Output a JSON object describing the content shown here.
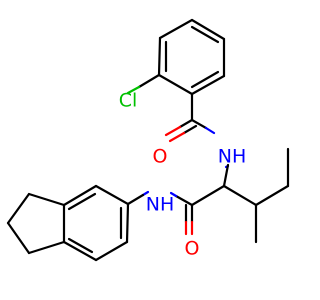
{
  "molecule": {
    "atoms": {
      "chlorine": {
        "label": "Cl",
        "color": "#00c000"
      },
      "amide_oxygen_top": {
        "label": "O",
        "color": "#ff0000"
      },
      "amide_nitrogen_top": {
        "label": "NH",
        "color": "#0000ff"
      },
      "amide_nitrogen_bottom": {
        "label": "NH",
        "color": "#0000ff"
      },
      "amide_oxygen_bottom": {
        "label": "O",
        "color": "#ff0000"
      }
    }
  }
}
